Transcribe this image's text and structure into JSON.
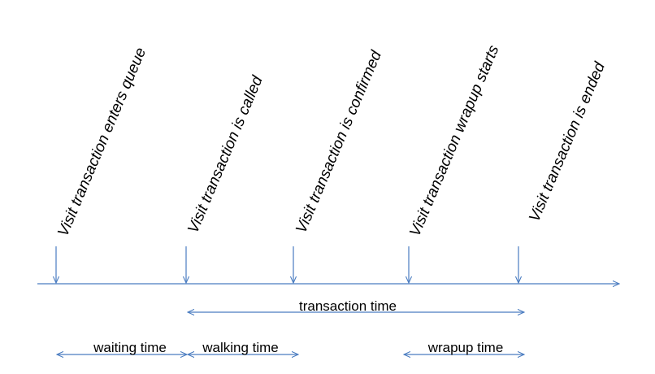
{
  "colors": {
    "line": "#4a7cc0",
    "text": "#000000"
  },
  "events": [
    {
      "id": "enters-queue",
      "label": "Visit transaction enters queue"
    },
    {
      "id": "is-called",
      "label": "Visit transaction is called"
    },
    {
      "id": "is-confirmed",
      "label": "Visit transaction is confirmed"
    },
    {
      "id": "wrapup-starts",
      "label": "Visit transaction wrapup starts"
    },
    {
      "id": "is-ended",
      "label": "Visit transaction is ended"
    }
  ],
  "spans": [
    {
      "id": "transaction-time",
      "label": "transaction time"
    },
    {
      "id": "waiting-time",
      "label": "waiting time"
    },
    {
      "id": "walking-time",
      "label": "walking time"
    },
    {
      "id": "wrapup-time",
      "label": "wrapup time"
    }
  ]
}
